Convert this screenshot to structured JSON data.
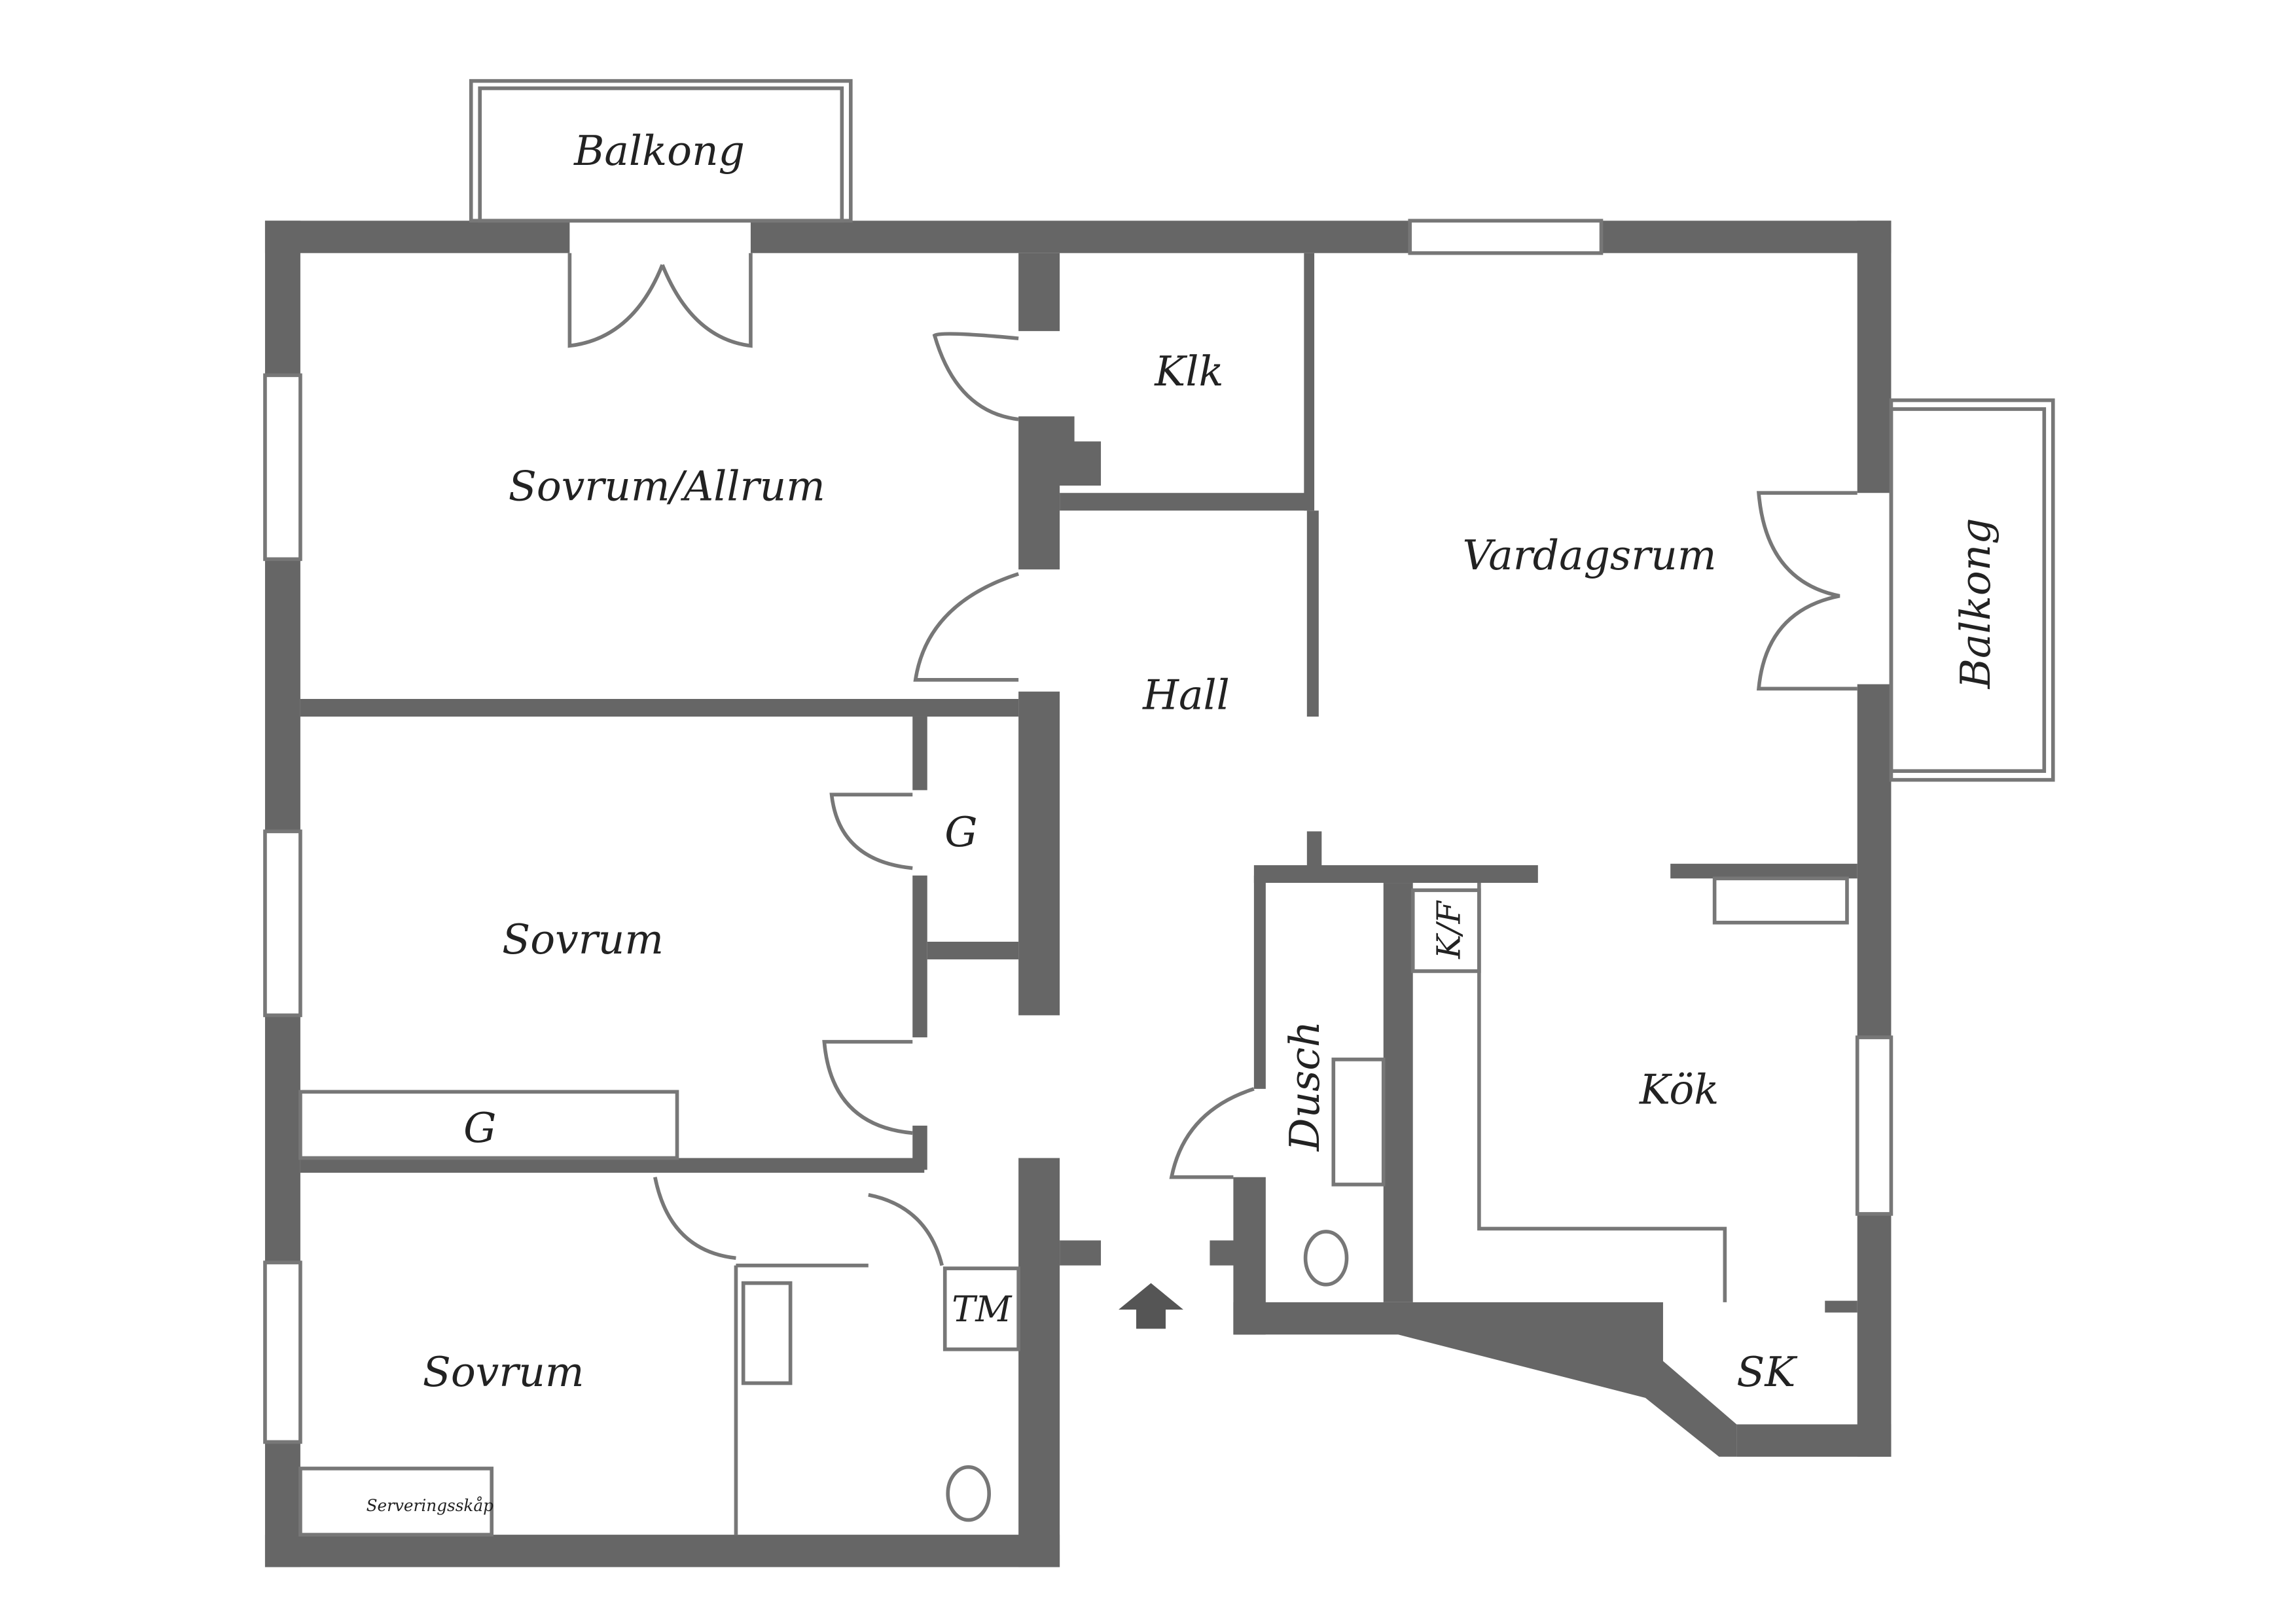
{
  "rooms": {
    "balkong_top": "Balkong",
    "balkong_right": "Balkong",
    "sovrum_allrum": "Sovrum/Allrum",
    "klk": "Klk",
    "vardagsrum": "Vardagsrum",
    "hall": "Hall",
    "sovrum_mid": "Sovrum",
    "sovrum_bottom": "Sovrum",
    "garderob_1": "G",
    "garderob_2": "G",
    "dusch": "Dusch",
    "kf": "K/F",
    "kok": "Kök",
    "tm": "TM",
    "sk": "SK",
    "serveringsskap": "Serveringsskåp"
  },
  "colors": {
    "wall": "#666666",
    "line": "#777777"
  }
}
